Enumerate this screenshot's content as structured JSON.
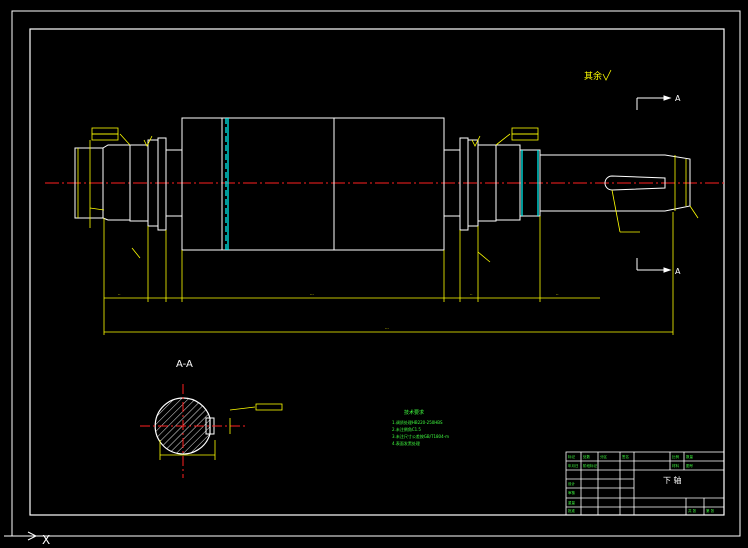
{
  "drawing": {
    "top_note": "其余",
    "section_marker_top": "A",
    "section_marker_bottom": "A",
    "section_title": "A-A",
    "tech_req_title": "技术要求",
    "tech_req_items": [
      "1.调质处理HB220-250HBS",
      "2.未注倒角C1.5",
      "3.未注尺寸公差按GB/T1804-m",
      "4.表面发黑处理"
    ],
    "title_block": {
      "part_name": "下 轴",
      "cells": [
        "比例",
        "数量",
        "材料",
        "图号",
        "设计",
        "审核",
        "共 张",
        "第 张",
        "标记",
        "处数",
        "分区",
        "签名",
        "年月日",
        "阶段标记",
        "重量",
        "批准"
      ]
    },
    "ucs_label": "X",
    "colors": {
      "background": "#000000",
      "frame": "#ffffff",
      "centerline": "#ff2020",
      "dimension": "#ffff00",
      "hidden": "#00ffff",
      "text_green": "#40ff40"
    }
  }
}
